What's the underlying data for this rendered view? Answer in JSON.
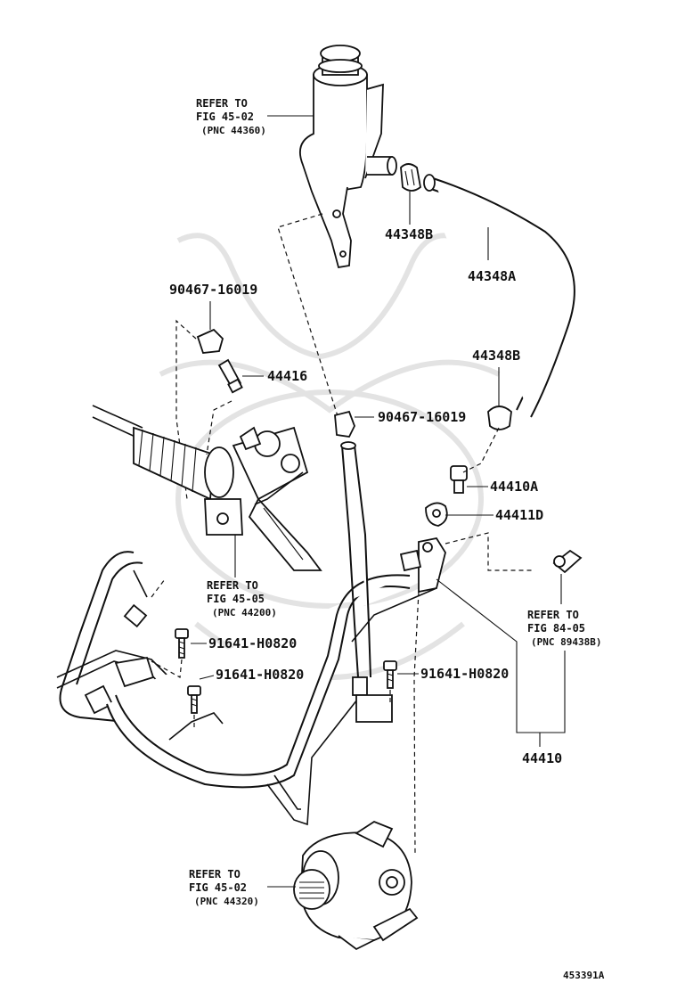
{
  "labels": {
    "ref_reservoir": [
      "REFER TO",
      "FIG 45-02",
      "(PNC 44360)"
    ],
    "p44348B_top": "44348B",
    "p44348A": "44348A",
    "p90467_left": "90467-16019",
    "p44416": "44416",
    "p44348B_mid": "44348B",
    "p90467_mid": "90467-16019",
    "p44410A": "44410A",
    "p44411D": "44411D",
    "ref_gear": [
      "REFER TO",
      "FIG 45-05",
      "(PNC 44200)"
    ],
    "ref_sensor": [
      "REFER TO",
      "FIG 84-05",
      "(PNC 89438B)"
    ],
    "p91641_a": "91641-H0820",
    "p91641_b": "91641-H0820",
    "p91641_c": "91641-H0820",
    "p44410": "44410",
    "ref_pump": [
      "REFER TO",
      "FIG 45-02",
      "(PNC 44320)"
    ],
    "figure_id": "453391A"
  },
  "icons": {
    "reservoir": "power-steering-reservoir-icon",
    "pump": "power-steering-pump-icon",
    "gear": "steering-gear-icon",
    "hose": "hose-icon",
    "clamp": "clamp-icon",
    "bolt": "bolt-icon",
    "sensor": "pressure-switch-icon"
  },
  "colors": {
    "line": "#111111",
    "background": "#ffffff",
    "watermark": "#e3e3e3"
  }
}
